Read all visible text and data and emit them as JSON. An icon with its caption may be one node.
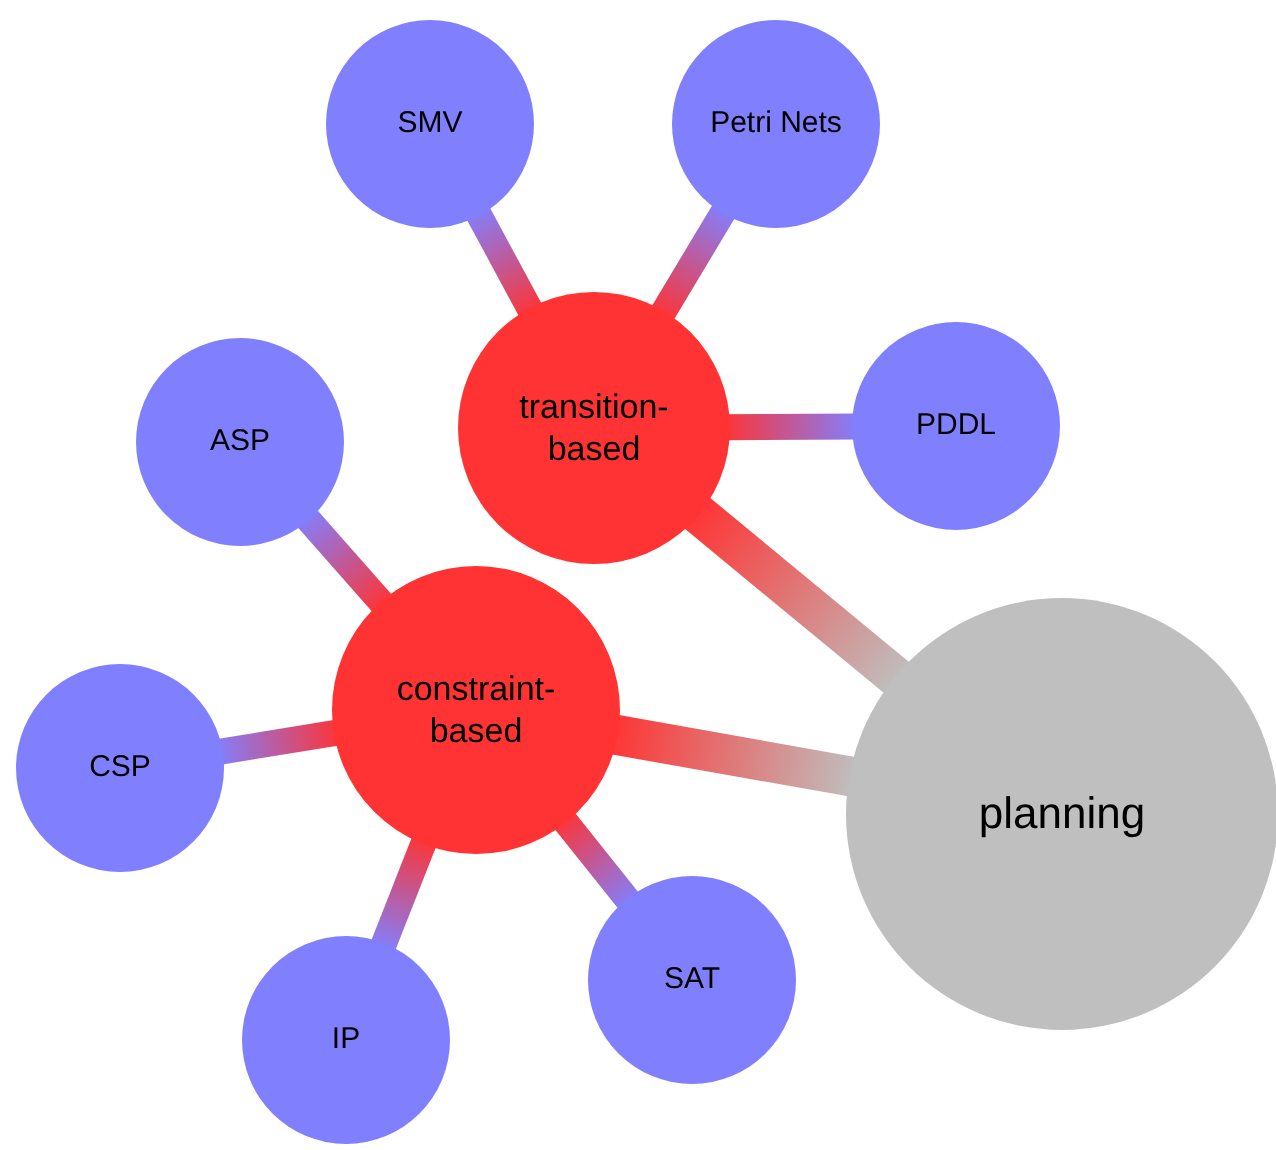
{
  "diagram": {
    "nodes": [
      {
        "text": [
          "planning"
        ]
      },
      {
        "text": [
          "transition-based"
        ]
      },
      {
        "text": [
          "constraint-based"
        ]
      },
      {
        "text": [
          "SMV"
        ]
      },
      {
        "text": [
          "Petri Nets"
        ]
      },
      {
        "text": [
          "PDDL"
        ]
      },
      {
        "text": [
          "ASP"
        ]
      },
      {
        "text": [
          "CSP"
        ]
      },
      {
        "text": [
          "IP"
        ]
      },
      {
        "text": [
          "SAT"
        ]
      }
    ],
    "edges": [
      {
        "from": 0,
        "to": 1,
        "arrow": "none"
      },
      {
        "from": 0,
        "to": 2,
        "arrow": "none"
      },
      {
        "from": 1,
        "to": 3,
        "arrow": "none"
      },
      {
        "from": 1,
        "to": 4,
        "arrow": "none"
      },
      {
        "from": 1,
        "to": 5,
        "arrow": "none"
      },
      {
        "from": 2,
        "to": 6,
        "arrow": "none"
      },
      {
        "from": 2,
        "to": 7,
        "arrow": "none"
      },
      {
        "from": 2,
        "to": 8,
        "arrow": "none"
      },
      {
        "from": 2,
        "to": 9,
        "arrow": "none"
      }
    ]
  }
}
